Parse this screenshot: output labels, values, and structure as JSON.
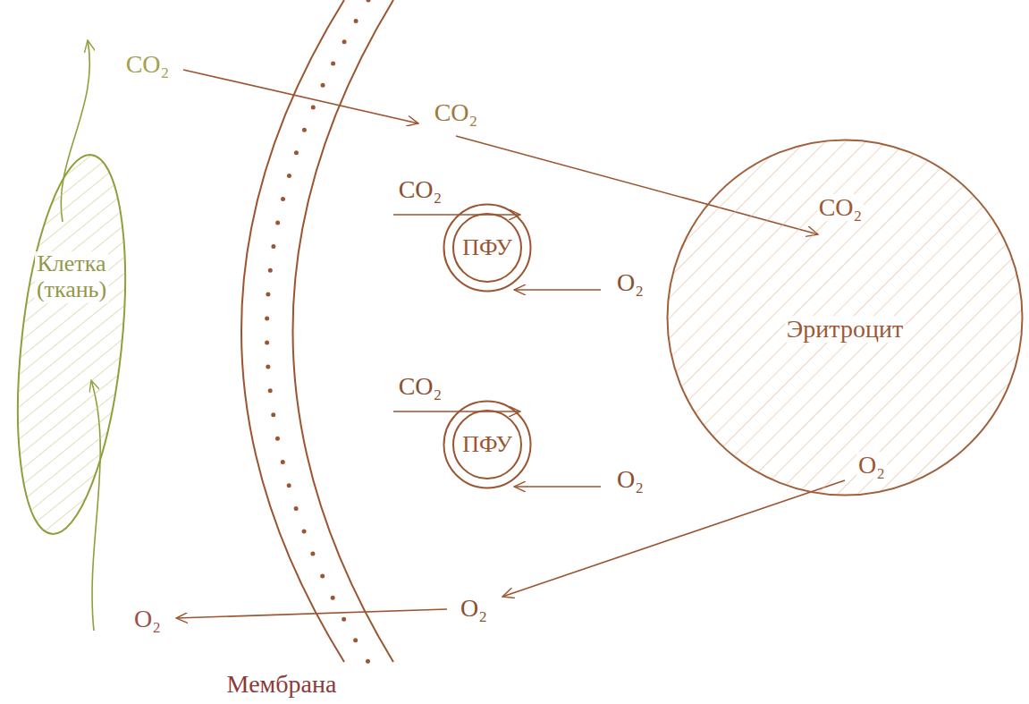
{
  "diagram": {
    "nodes": [
      {
        "text": [
          "Клетка (ткань)"
        ]
      },
      {
        "text": [
          "ПФУ"
        ]
      },
      {
        "text": [
          "ПФУ"
        ]
      },
      {
        "text": [
          "CO₂",
          "Эритроцит",
          "O₂"
        ]
      }
    ],
    "labels": [
      "CO₂",
      "CO₂",
      "CO₂",
      "O₂",
      "CO₂",
      "O₂",
      "O₂",
      "O₂",
      "Мембрана"
    ]
  }
}
